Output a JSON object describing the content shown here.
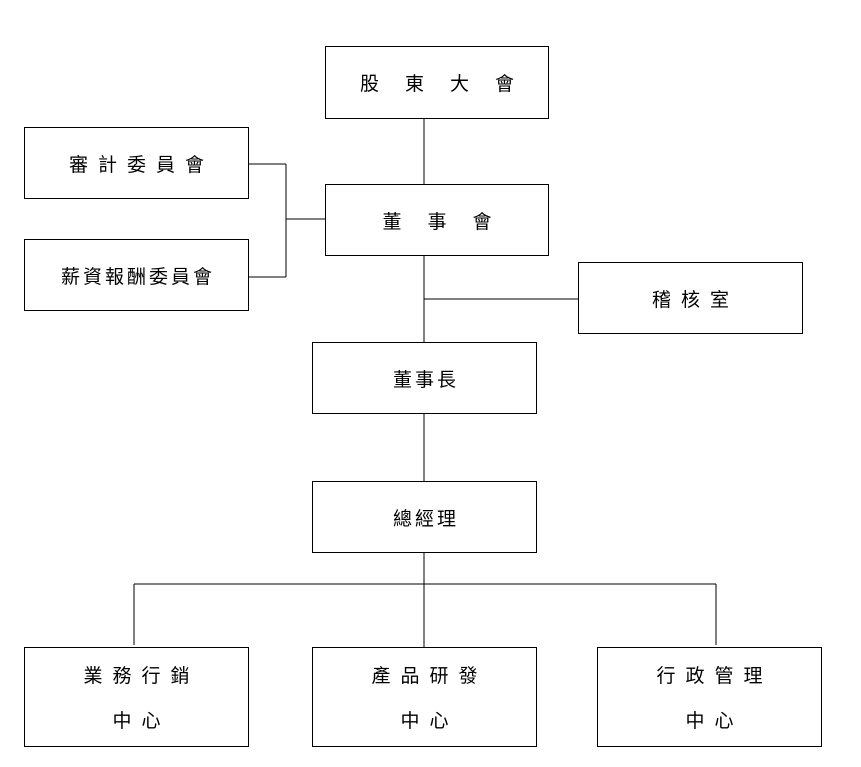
{
  "org_chart": {
    "shareholders": "股 東 大 會",
    "audit_committee": "審計委員會",
    "remuneration_committee": "薪資報酬委員會",
    "board": "董 事 會",
    "internal_audit": "稽核室",
    "chairman": "董事長",
    "general_manager": "總經理",
    "sales_marketing": {
      "line1": "業務行銷",
      "line2": "中心"
    },
    "product_rd": {
      "line1": "產品研發",
      "line2": "中心"
    },
    "admin_management": {
      "line1": "行政管理",
      "line2": "中心"
    }
  }
}
